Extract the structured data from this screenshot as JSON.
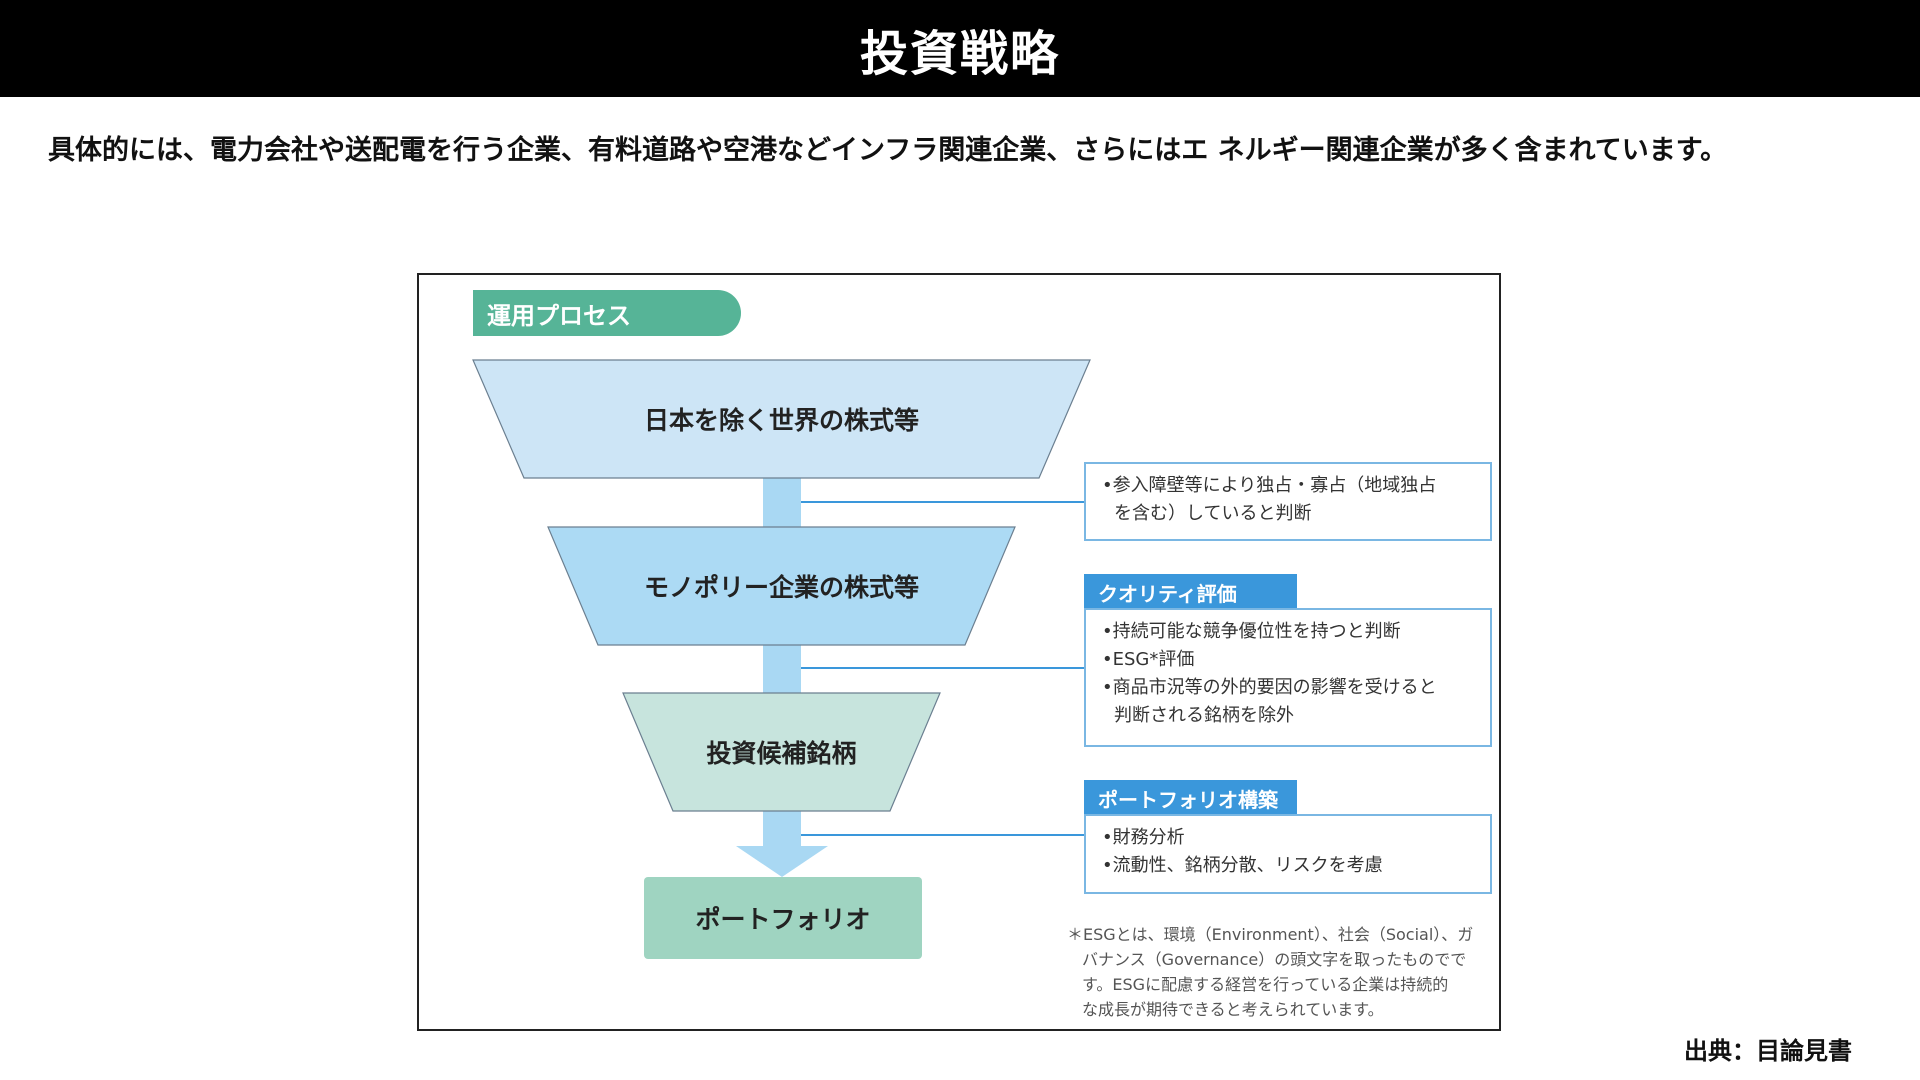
{
  "slide": {
    "title": "投資戦略",
    "lead": "具体的には、電力会社や送配電を行う企業、有料道路や空港などインフラ関連企業、さらにはエ ネルギー関連企業が多く含まれています。",
    "source": "出典：目論見書"
  },
  "diagram": {
    "heading": "運用プロセス",
    "stages": [
      {
        "label": "日本を除く世界の株式等",
        "color": "#cde5f6"
      },
      {
        "label": "モノポリー企業の株式等",
        "color": "#acdaf4"
      },
      {
        "label": "投資候補銘柄",
        "color": "#c7e4dd"
      }
    ],
    "result": {
      "label": "ポートフォリオ",
      "color": "#9fd4c1"
    },
    "arrow_color": "#a9d8f3",
    "connector_color": "#3a97db",
    "criteria": [
      {
        "tab": "",
        "lines": [
          "•参入障壁等により独占・寡占（地域独占",
          "を含む）していると判断"
        ]
      },
      {
        "tab": "クオリティ評価",
        "lines": [
          "•持続可能な競争優位性を持つと判断",
          "•ESG*評価",
          "•商品市況等の外的要因の影響を受けると",
          "判断される銘柄を除外"
        ]
      },
      {
        "tab": "ポートフォリオ構築",
        "lines": [
          "•財務分析",
          "•流動性、銘柄分散、リスクを考慮"
        ]
      }
    ],
    "footnote": [
      "＊ESGとは、環境（Environment）、社会（Social）、ガ",
      "バナンス（Governance）の頭文字を取ったものでで",
      "す。ESGに配慮する経営を行っている企業は持続的",
      "な成長が期待できると考えられています。"
    ]
  }
}
